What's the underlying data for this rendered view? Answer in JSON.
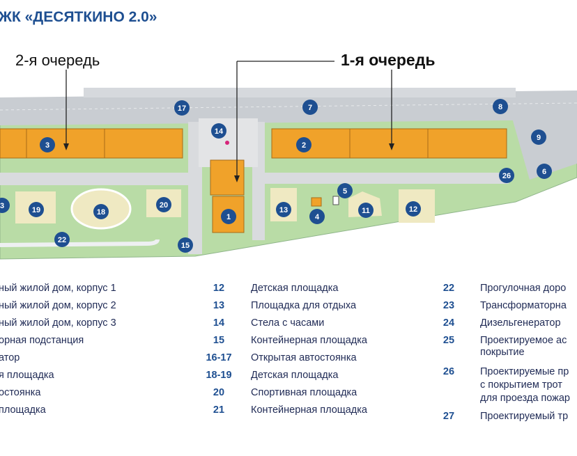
{
  "title": "ЖК «ДЕСЯТКИНО 2.0»",
  "queues": {
    "second": "2-я очередь",
    "first": "1-я очередь"
  },
  "colors": {
    "building": "#f0a22a",
    "road": "#c9cdd2",
    "grass": "#b9dca6",
    "playground": "#efe9c2",
    "marker": "#1e4f91",
    "title": "#1e4f91"
  },
  "markers": [
    "17",
    "7",
    "8",
    "9",
    "6",
    "14",
    "3",
    "2",
    "26",
    "5",
    "4",
    "13",
    "11",
    "12",
    "1",
    "19",
    "18",
    "20",
    "22",
    "15",
    "3"
  ],
  "legend": {
    "col1": [
      "ный жилой дом, корпус 1",
      "ный жилой дом, корпус 2",
      "ный жилой дом, корпус 3",
      "орная подстанция",
      "атор",
      "я площадка",
      "остоянка",
      "площадка"
    ],
    "col2": [
      {
        "num": "12",
        "text": "Детская площадка"
      },
      {
        "num": "13",
        "text": "Площадка для отдыха"
      },
      {
        "num": "14",
        "text": "Стела с часами"
      },
      {
        "num": "15",
        "text": "Контейнерная площадка"
      },
      {
        "num": "16-17",
        "text": "Открытая автостоянка"
      },
      {
        "num": "18-19",
        "text": "Детская площадка"
      },
      {
        "num": "20",
        "text": "Спортивная площадка"
      },
      {
        "num": "21",
        "text": "Контейнерная площадка"
      }
    ],
    "col3": [
      {
        "num": "22",
        "lines": [
          "Прогулочная доро"
        ]
      },
      {
        "num": "23",
        "lines": [
          "Трансформаторна"
        ]
      },
      {
        "num": "24",
        "lines": [
          "Дизельгенератор"
        ]
      },
      {
        "num": "25",
        "lines": [
          "Проектируемое ас",
          "покрытие"
        ]
      },
      {
        "num": "26",
        "lines": [
          "Проектируемые пр",
          "с покрытием трот",
          "для проезда пожар"
        ]
      },
      {
        "num": "27",
        "lines": [
          "Проектируемый тр"
        ]
      }
    ]
  }
}
